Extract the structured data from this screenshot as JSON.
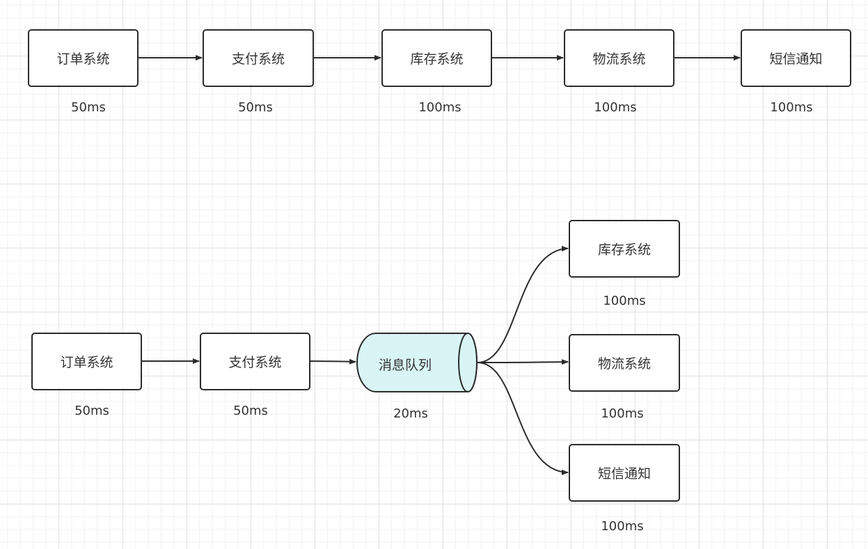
{
  "top_chain": {
    "nodes": [
      {
        "label": "订单系统",
        "latency": "50ms"
      },
      {
        "label": "支付系统",
        "latency": "50ms"
      },
      {
        "label": "库存系统",
        "latency": "100ms"
      },
      {
        "label": "物流系统",
        "latency": "100ms"
      },
      {
        "label": "短信通知",
        "latency": "100ms"
      }
    ]
  },
  "bottom_flow": {
    "order": {
      "label": "订单系统",
      "latency": "50ms"
    },
    "payment": {
      "label": "支付系统",
      "latency": "50ms"
    },
    "queue": {
      "label": "消息队列",
      "latency": "20ms",
      "fill": "#d9f4f4"
    },
    "consumers": [
      {
        "label": "库存系统",
        "latency": "100ms"
      },
      {
        "label": "物流系统",
        "latency": "100ms"
      },
      {
        "label": "短信通知",
        "latency": "100ms"
      }
    ]
  }
}
